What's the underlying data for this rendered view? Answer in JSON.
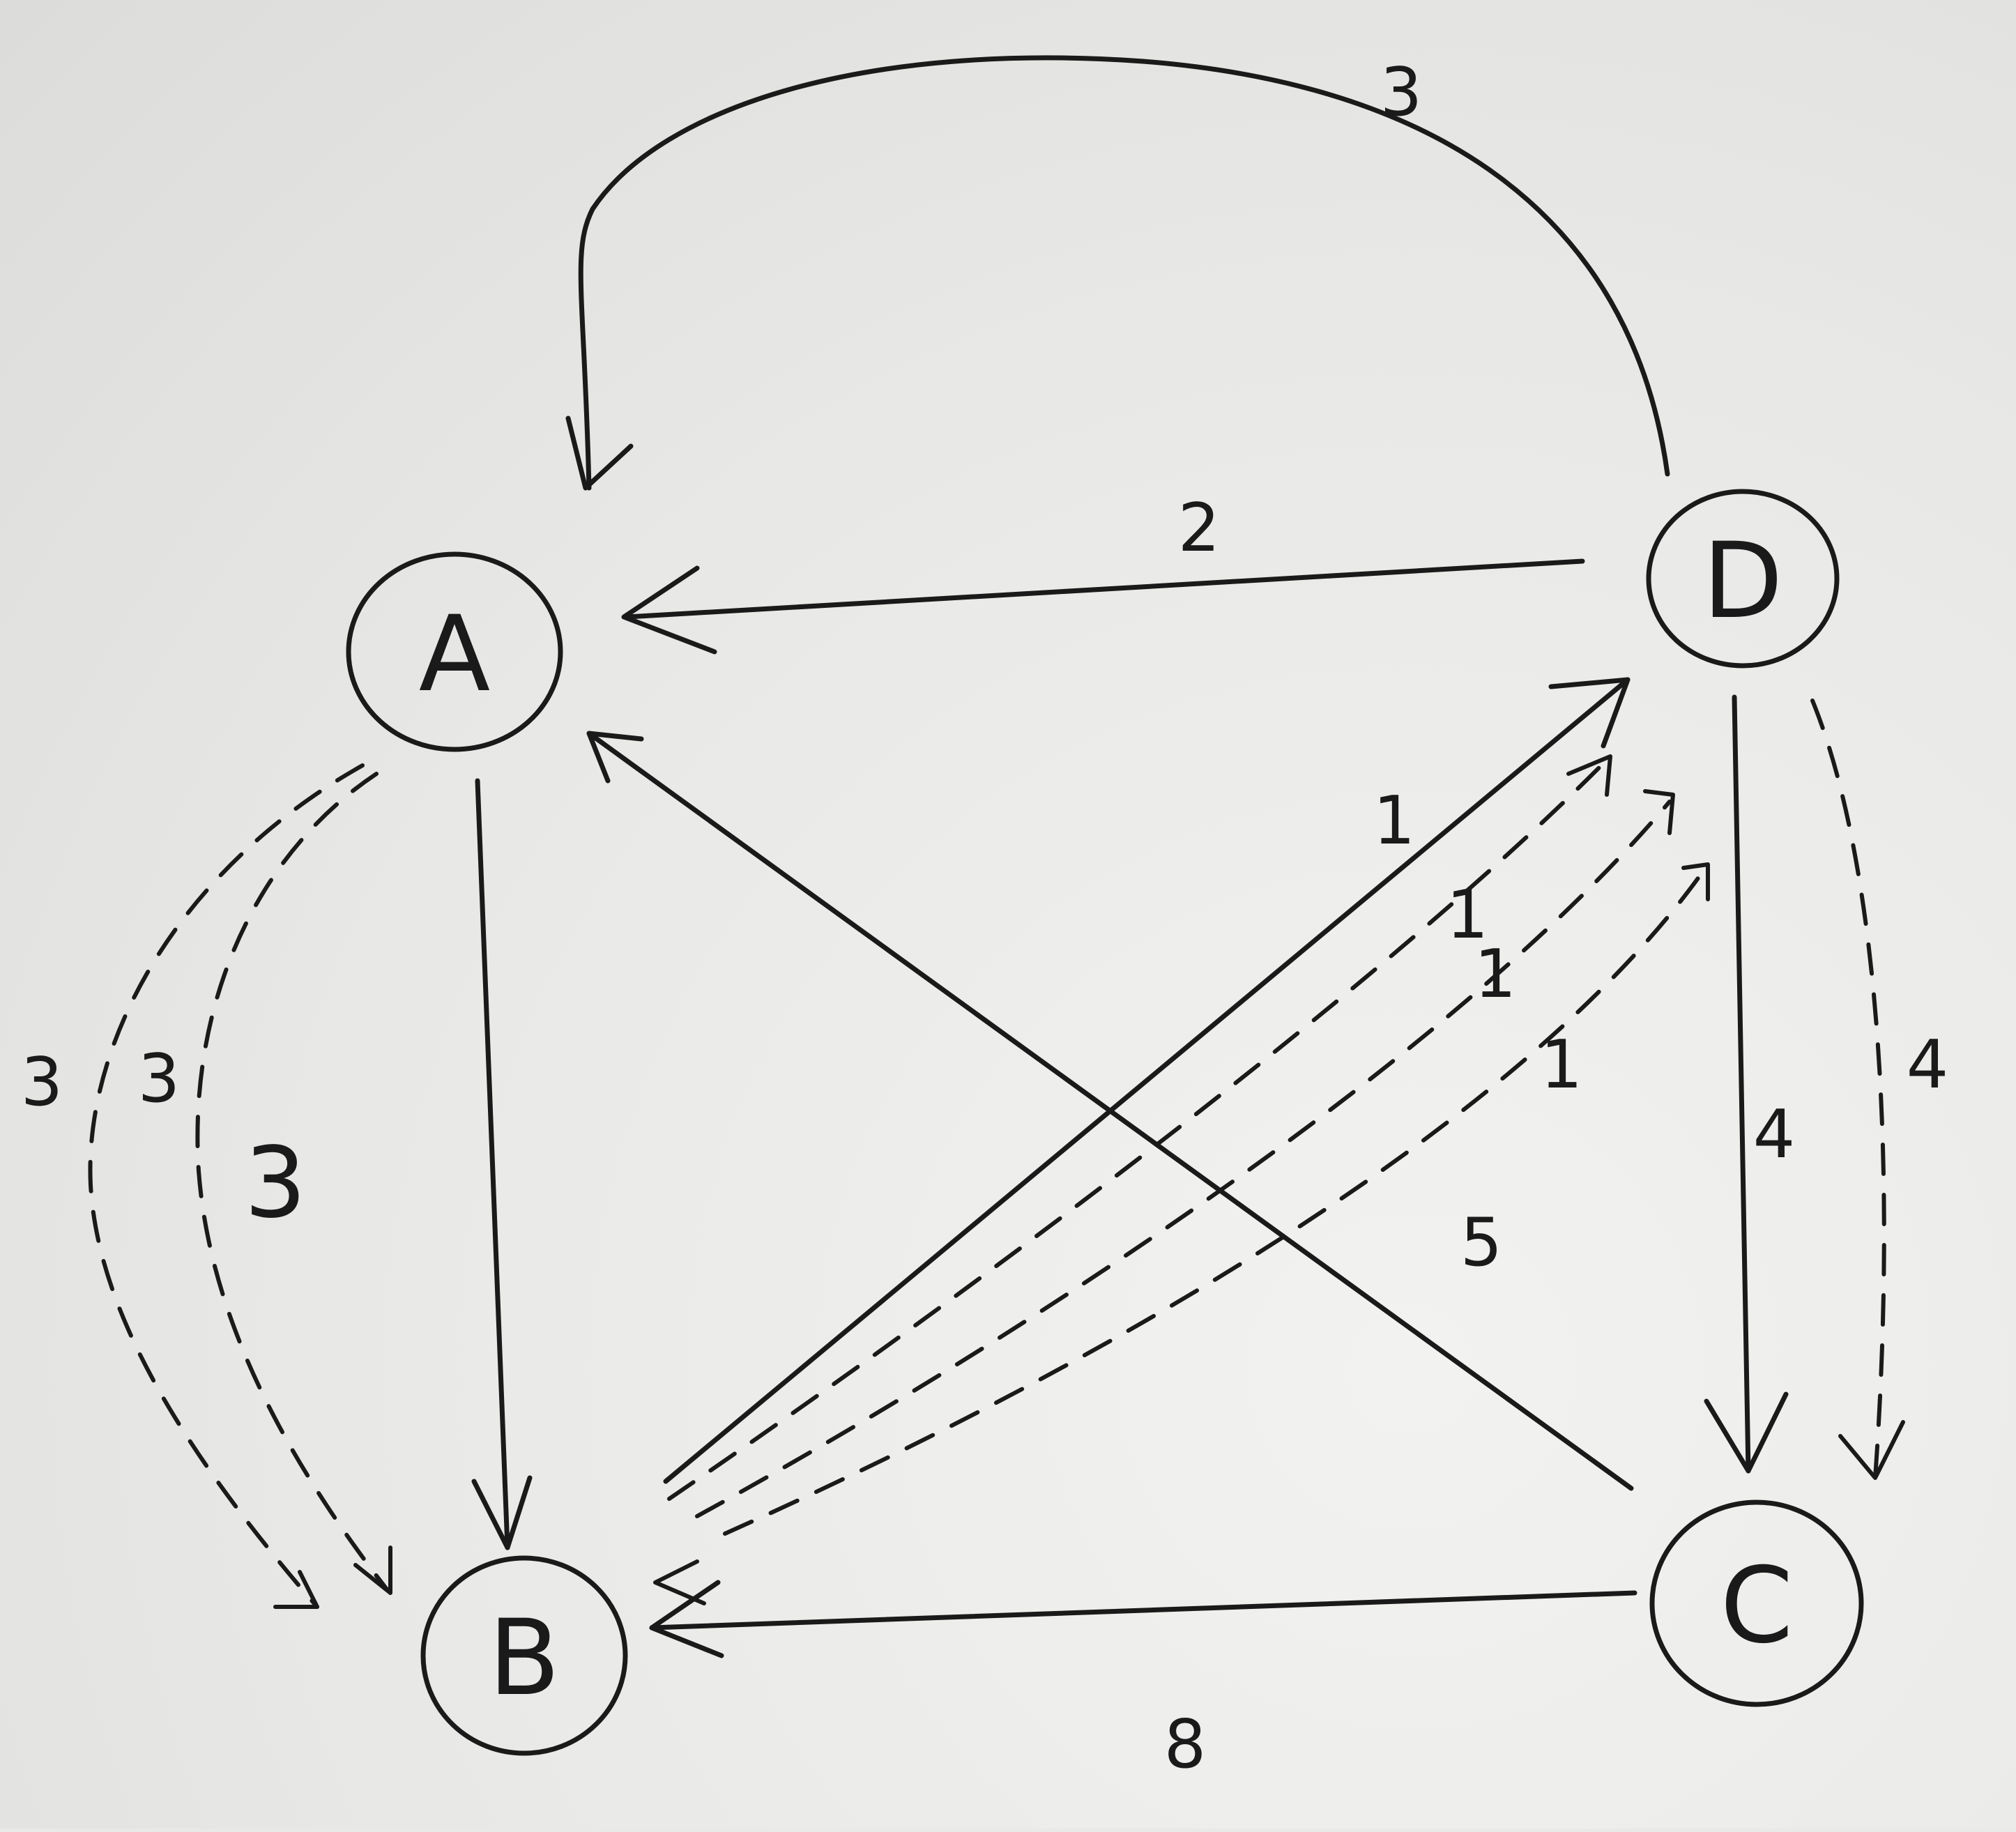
{
  "diagram": {
    "nodes": [
      {
        "id": "A",
        "label": "A"
      },
      {
        "id": "B",
        "label": "B"
      },
      {
        "id": "C",
        "label": "C"
      },
      {
        "id": "D",
        "label": "D"
      }
    ],
    "edges": [
      {
        "from": "D",
        "to": "A",
        "weight": "3",
        "style": "solid",
        "route": "arc-over-top"
      },
      {
        "from": "D",
        "to": "A",
        "weight": "2",
        "style": "solid",
        "route": "straight"
      },
      {
        "from": "A",
        "to": "B",
        "weight": "",
        "style": "solid",
        "route": "straight"
      },
      {
        "from": "C",
        "to": "A",
        "weight": "",
        "style": "solid",
        "route": "diagonal"
      },
      {
        "from": "B",
        "to": "D",
        "weight": "1",
        "style": "solid",
        "route": "diagonal"
      },
      {
        "from": "D",
        "to": "C",
        "weight": "4",
        "style": "solid",
        "route": "straight"
      },
      {
        "from": "C",
        "to": "B",
        "weight": "8",
        "style": "solid",
        "route": "straight"
      },
      {
        "from": "A",
        "to": "B",
        "weight": "3",
        "style": "dashed",
        "route": "outer-curve"
      },
      {
        "from": "A",
        "to": "B",
        "weight": "3",
        "style": "dashed",
        "route": "inner-curve"
      },
      {
        "from": "B",
        "to": "D",
        "weight": "1",
        "style": "dashed",
        "route": "curve-1"
      },
      {
        "from": "B",
        "to": "D",
        "weight": "1",
        "style": "dashed",
        "route": "curve-2"
      },
      {
        "from": "B",
        "to": "D",
        "weight": "1",
        "style": "dashed",
        "route": "curve-3"
      },
      {
        "from": "D",
        "to": "C",
        "weight": "4",
        "style": "dashed",
        "route": "curve-right"
      },
      {
        "from": "D",
        "to": "B",
        "weight": "5",
        "style": "dashed",
        "route": "curve-low"
      }
    ],
    "extra_labels": [
      "3"
    ],
    "colors": {
      "ink": "#1a1a1a",
      "paper": "#e9e9e7"
    }
  }
}
